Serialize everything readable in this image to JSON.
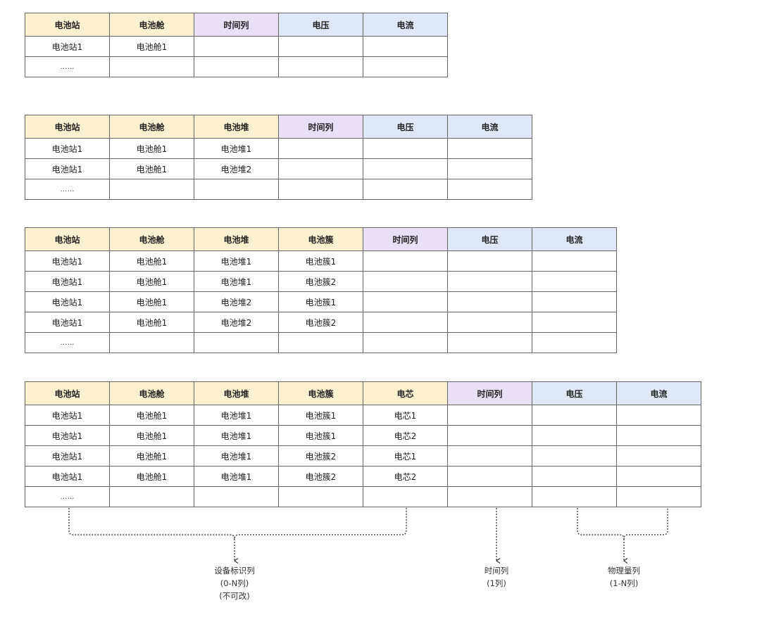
{
  "colors": {
    "device": "#fdf1cf",
    "time": "#e9e0f8",
    "metric": "#dfe7f8"
  },
  "tables": [
    {
      "headers": [
        {
          "label": "电池站",
          "kind": "device"
        },
        {
          "label": "电池舱",
          "kind": "device"
        },
        {
          "label": "时间列",
          "kind": "time"
        },
        {
          "label": "电压",
          "kind": "metric"
        },
        {
          "label": "电流",
          "kind": "metric"
        }
      ],
      "rows": [
        [
          "电池站1",
          "电池舱1",
          "",
          "",
          ""
        ],
        [
          "……",
          "",
          "",
          "",
          ""
        ]
      ]
    },
    {
      "headers": [
        {
          "label": "电池站",
          "kind": "device"
        },
        {
          "label": "电池舱",
          "kind": "device"
        },
        {
          "label": "电池堆",
          "kind": "device"
        },
        {
          "label": "时间列",
          "kind": "time"
        },
        {
          "label": "电压",
          "kind": "metric"
        },
        {
          "label": "电流",
          "kind": "metric"
        }
      ],
      "rows": [
        [
          "电池站1",
          "电池舱1",
          "电池堆1",
          "",
          "",
          ""
        ],
        [
          "电池站1",
          "电池舱1",
          "电池堆2",
          "",
          "",
          ""
        ],
        [
          "……",
          "",
          "",
          "",
          "",
          ""
        ]
      ]
    },
    {
      "headers": [
        {
          "label": "电池站",
          "kind": "device"
        },
        {
          "label": "电池舱",
          "kind": "device"
        },
        {
          "label": "电池堆",
          "kind": "device"
        },
        {
          "label": "电池簇",
          "kind": "device"
        },
        {
          "label": "时间列",
          "kind": "time"
        },
        {
          "label": "电压",
          "kind": "metric"
        },
        {
          "label": "电流",
          "kind": "metric"
        }
      ],
      "rows": [
        [
          "电池站1",
          "电池舱1",
          "电池堆1",
          "电池簇1",
          "",
          "",
          ""
        ],
        [
          "电池站1",
          "电池舱1",
          "电池堆1",
          "电池簇2",
          "",
          "",
          ""
        ],
        [
          "电池站1",
          "电池舱1",
          "电池堆2",
          "电池簇1",
          "",
          "",
          ""
        ],
        [
          "电池站1",
          "电池舱1",
          "电池堆2",
          "电池簇2",
          "",
          "",
          ""
        ],
        [
          "……",
          "",
          "",
          "",
          "",
          "",
          ""
        ]
      ]
    },
    {
      "headers": [
        {
          "label": "电池站",
          "kind": "device"
        },
        {
          "label": "电池舱",
          "kind": "device"
        },
        {
          "label": "电池堆",
          "kind": "device"
        },
        {
          "label": "电池簇",
          "kind": "device"
        },
        {
          "label": "电芯",
          "kind": "device"
        },
        {
          "label": "时间列",
          "kind": "time"
        },
        {
          "label": "电压",
          "kind": "metric"
        },
        {
          "label": "电流",
          "kind": "metric"
        }
      ],
      "rows": [
        [
          "电池站1",
          "电池舱1",
          "电池堆1",
          "电池簇1",
          "电芯1",
          "",
          "",
          ""
        ],
        [
          "电池站1",
          "电池舱1",
          "电池堆1",
          "电池簇1",
          "电芯2",
          "",
          "",
          ""
        ],
        [
          "电池站1",
          "电池舱1",
          "电池堆1",
          "电池簇2",
          "电芯1",
          "",
          "",
          ""
        ],
        [
          "电池站1",
          "电池舱1",
          "电池堆1",
          "电池簇2",
          "电芯2",
          "",
          "",
          ""
        ],
        [
          "……",
          "",
          "",
          "",
          "",
          "",
          "",
          ""
        ]
      ]
    }
  ],
  "annotations": {
    "device": [
      "设备标识列",
      "(0-N列)",
      "(不可改)"
    ],
    "time": [
      "时间列",
      "(1列)"
    ],
    "metric": [
      "物理量列",
      "(1-N列)"
    ]
  }
}
